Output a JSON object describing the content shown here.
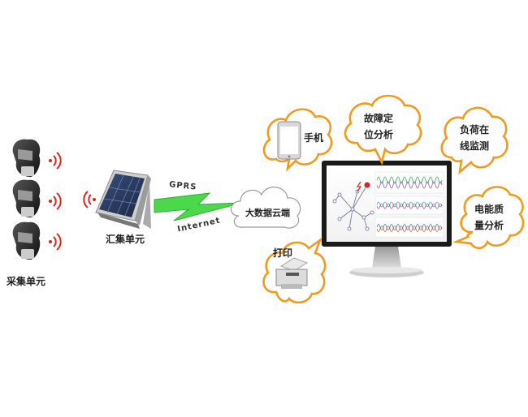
{
  "labels": {
    "collection_unit": "采集单元",
    "aggregation_unit": "汇集单元",
    "gprs": "GPRS",
    "internet": "Internet",
    "big_data_cloud": "大数据云端"
  },
  "clouds": {
    "phone": "手机",
    "fault_line1": "故障定",
    "fault_line2": "位分析",
    "load_line1": "负荷在",
    "load_line2": "线监测",
    "power_line1": "电能质",
    "power_line2": "量分析",
    "print": "打印"
  },
  "colors": {
    "cloud_border": "#f39a1e",
    "lightning": "#4cd84c",
    "monitor_frame": "#1a1a1a",
    "wifi": "#d8261c"
  }
}
